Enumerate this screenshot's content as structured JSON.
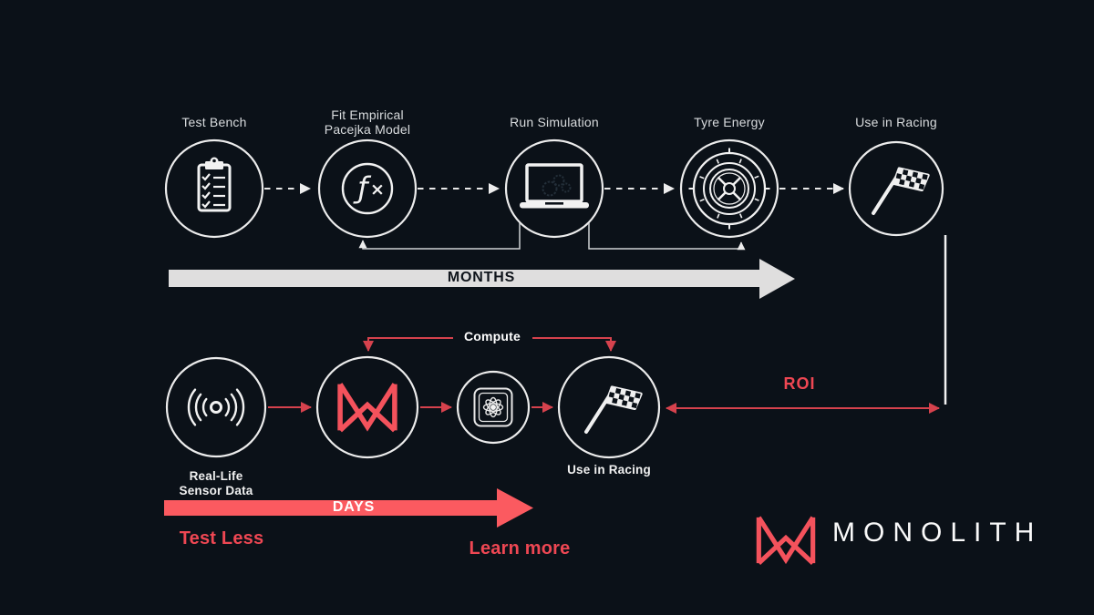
{
  "top_flow": {
    "stage_label": "MONTHS",
    "steps": [
      {
        "label": "Test Bench",
        "icon": "clipboard-checklist-icon"
      },
      {
        "label": "Fit Empirical\nPacejka Model",
        "icon": "function-fx-icon"
      },
      {
        "label": "Run Simulation",
        "icon": "laptop-simulation-icon"
      },
      {
        "label": "Tyre Energy",
        "icon": "tyre-icon"
      },
      {
        "label": "Use in Racing",
        "icon": "checkered-flag-icon"
      }
    ]
  },
  "bottom_flow": {
    "stage_label": "DAYS",
    "compute_label": "Compute",
    "roi_label": "ROI",
    "steps": [
      {
        "label": "Real-Life\nSensor Data",
        "icon": "sensor-waves-icon"
      },
      {
        "label": "",
        "icon": "monolith-logo-icon"
      },
      {
        "label": "",
        "icon": "compute-chip-atom-icon"
      },
      {
        "label": "Use in Racing",
        "icon": "checkered-flag-icon"
      }
    ]
  },
  "footer": {
    "test_less": "Test Less",
    "learn_more": "Learn more",
    "brand": "MONOLITH"
  },
  "icons": {
    "fx_f": "ƒ",
    "fx_x": "×"
  },
  "colors": {
    "background": "#0b1118",
    "accent_red": "#f4525c",
    "arrow_red_fill": "#fb5a60",
    "line_red": "#d6424d",
    "text_red": "#ef4753",
    "months_arrow_gray": "#dfdede",
    "circle_stroke": "#ececec",
    "label_gray": "#d9dcde"
  }
}
